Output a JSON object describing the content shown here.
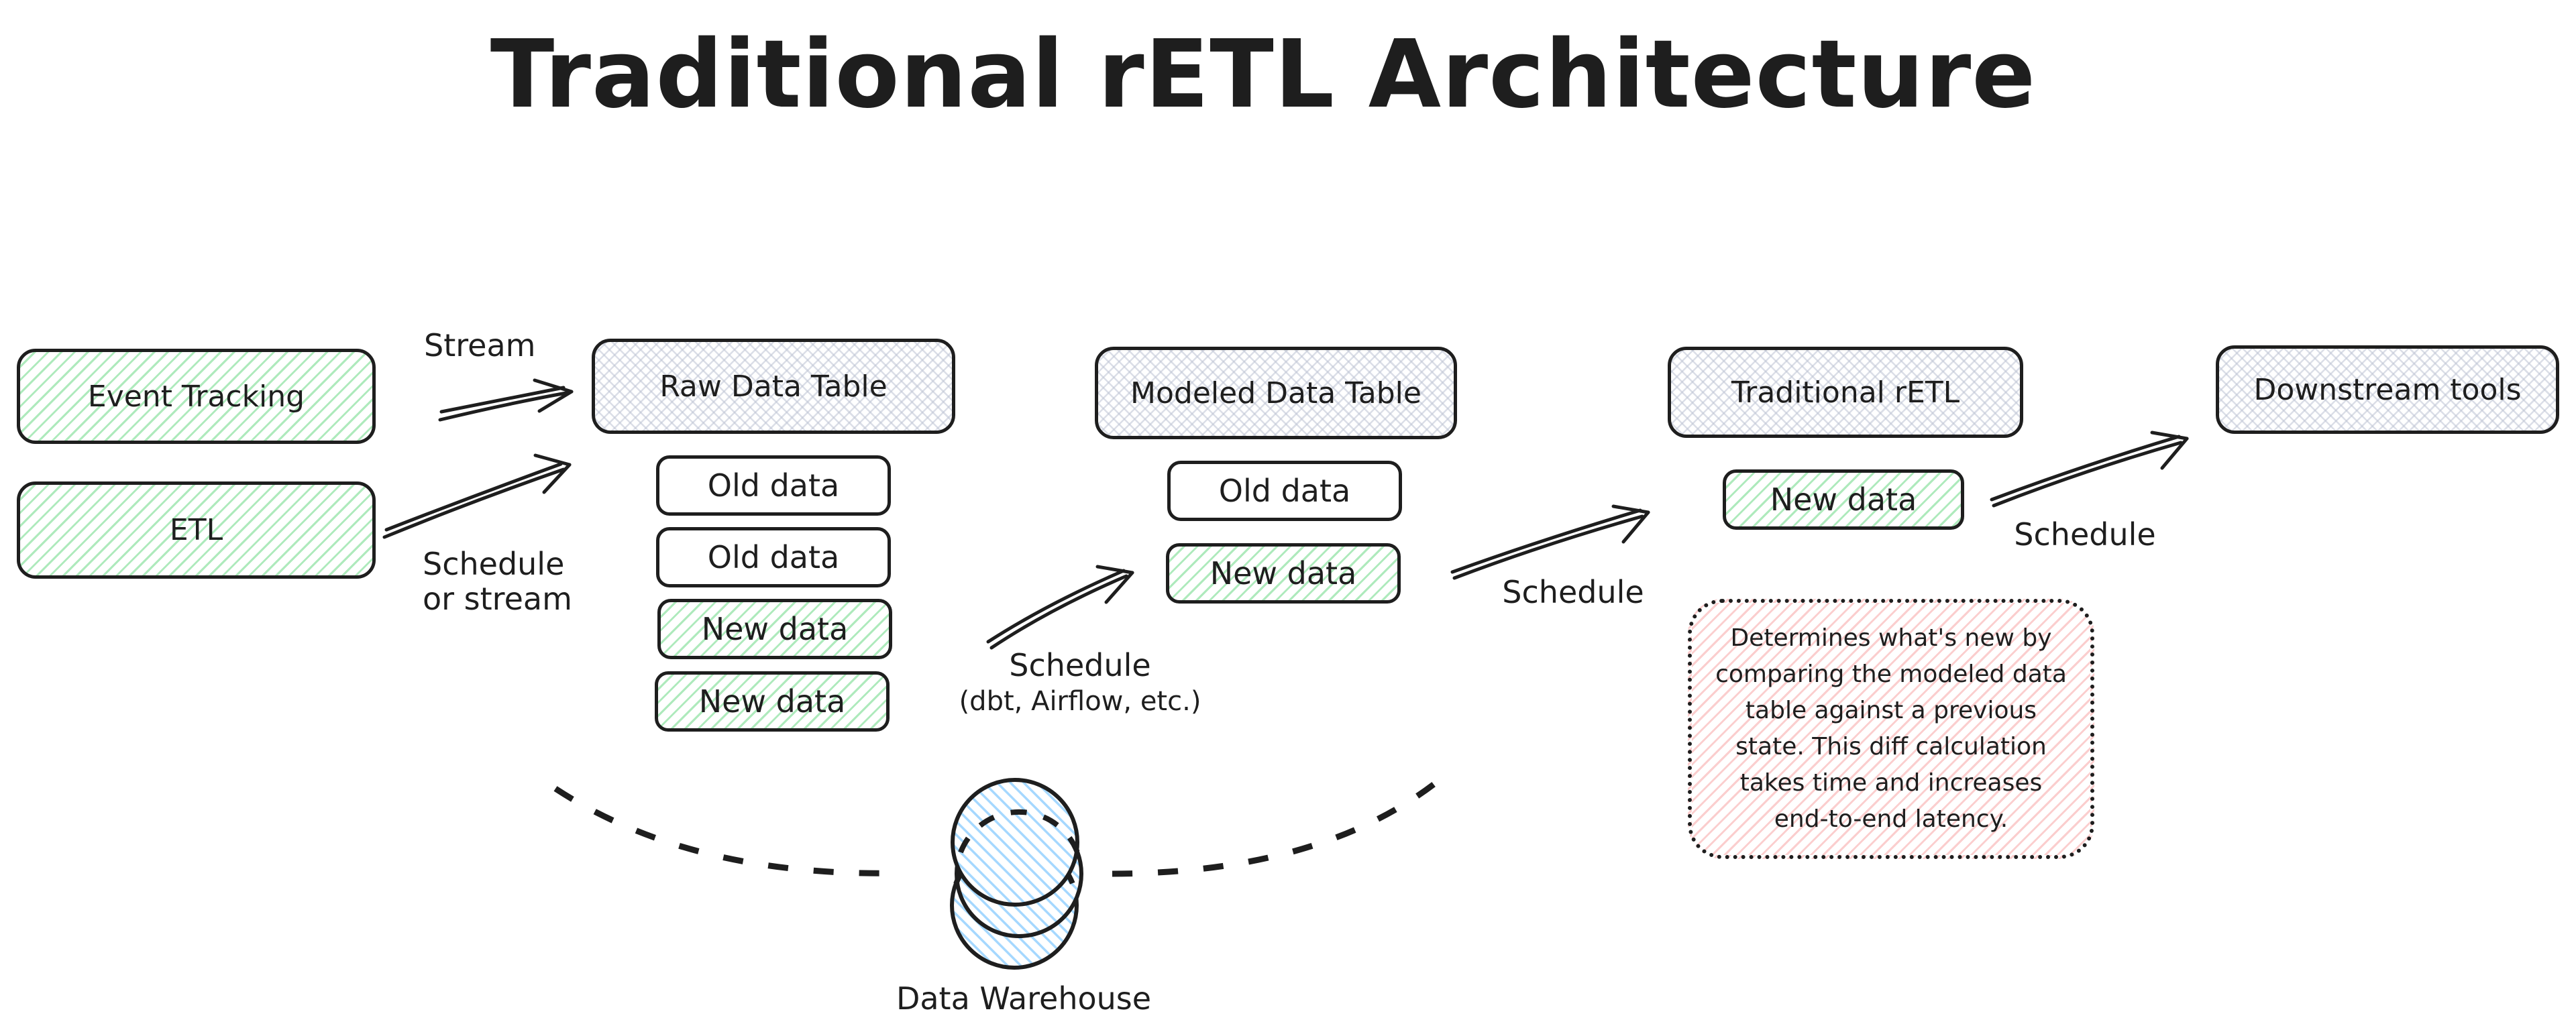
{
  "title": "Traditional rETL Architecture",
  "sources": {
    "event_tracking": {
      "label": "Event Tracking"
    },
    "etl": {
      "label": "ETL"
    }
  },
  "raw_table": {
    "title": "Raw Data Table",
    "rows": [
      {
        "label": "Old data",
        "kind": "old"
      },
      {
        "label": "Old data",
        "kind": "old"
      },
      {
        "label": "New data",
        "kind": "new"
      },
      {
        "label": "New data",
        "kind": "new"
      }
    ]
  },
  "modeled_table": {
    "title": "Modeled Data Table",
    "rows": [
      {
        "label": "Old data",
        "kind": "old"
      },
      {
        "label": "New data",
        "kind": "new"
      }
    ]
  },
  "retl": {
    "title": "Traditional rETL",
    "rows": [
      {
        "label": "New data",
        "kind": "new"
      }
    ]
  },
  "downstream": {
    "title": "Downstream tools"
  },
  "warehouse": {
    "label": "Data Warehouse"
  },
  "edge_labels": {
    "stream": "Stream",
    "schedule_or_stream_line1": "Schedule",
    "schedule_or_stream_line2": "or stream",
    "schedule_dbt_line1": "Schedule",
    "schedule_dbt_line2": "(dbt, Airflow, etc.)",
    "schedule_modeled_to_retl": "Schedule",
    "schedule_retl_to_downstream": "Schedule"
  },
  "note": {
    "lines": [
      "Determines what's new by",
      "comparing the modeled data",
      "table against a previous",
      "state. This diff calculation",
      "takes time and increases",
      "end-to-end latency."
    ]
  },
  "colors": {
    "ink": "#1e1e1e",
    "green_hachure": "#82de98",
    "gray_hachure": "#bec4d4",
    "pink_hachure": "#f8a6a6",
    "blue_hachure": "#a5d8ff"
  }
}
